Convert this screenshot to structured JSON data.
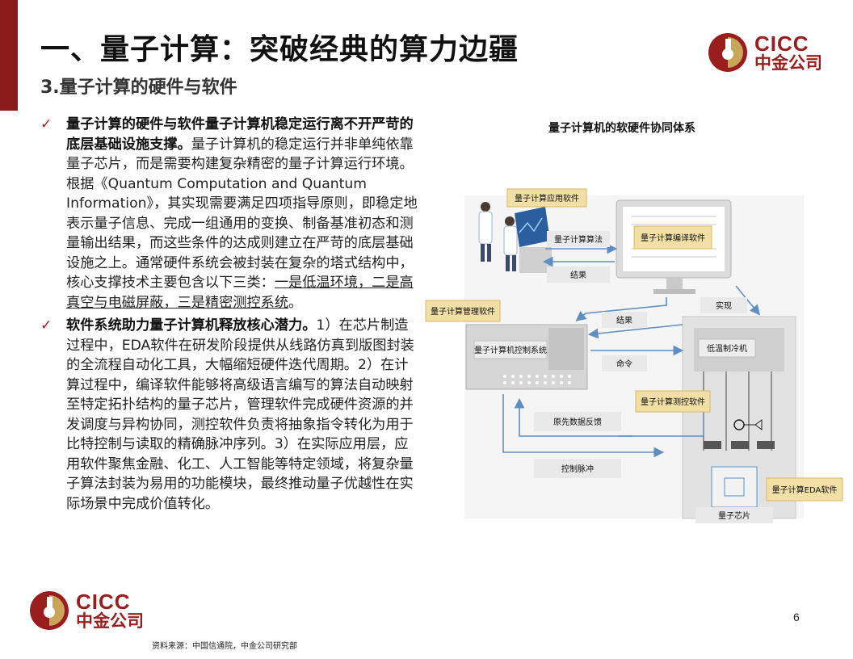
{
  "header": {
    "title": "一、量子计算：突破经典的算力边疆",
    "subtitle": "3.量子计算的硬件与软件"
  },
  "logo": {
    "en": "CICC",
    "cn": "中金公司"
  },
  "bullets": [
    {
      "bold": "量子计算的硬件与软件量子计算机稳定运行离不开严苛的底层基础设施支撑。",
      "text": "量子计算机的稳定运行并非单纯依靠量子芯片，而是需要构建复杂精密的量子计算运行环境。根据《Quantum Computation and Quantum Information》，其实现需要满足四项指导原则，即稳定地表示量子信息、完成一组通用的变换、制备基准初态和测量输出结果，而这些条件的达成则建立在严苛的底层基础设施之上。通常硬件系统会被封装在复杂的塔式结构中，核心支撑技术主要包含以下三类：",
      "underline": "一是低温环境，二是高真空与电磁屏蔽，三是精密测控系统",
      "tail": "。"
    },
    {
      "bold": "软件系统助力量子计算机释放核心潜力。",
      "text": "1）在芯片制造过程中，EDA软件在研发阶段提供从线路仿真到版图封装的全流程自动化工具，大幅缩短硬件迭代周期。2）在计算过程中，编译软件能够将高级语言编写的算法自动映射至特定拓扑结构的量子芯片，管理软件完成硬件资源的并发调度与异构协同，测控软件负责将抽象指令转化为用于比特控制与读取的精确脉冲序列。3）在实际应用层，应用软件聚焦金融、化工、人工智能等特定领域，将复杂量子算法封装为易用的功能模块，最终推动量子优越性在实际场景中完成价值转化。"
    }
  ],
  "diagram": {
    "title": "量子计算机的软硬件协同体系",
    "labels": {
      "app_software": "量子计算应用软件",
      "algorithm": "量子计算算法",
      "compiler": "量子计算编译软件",
      "result_top": "结果",
      "implement": "实现",
      "mgmt_software": "量子计算管理软件",
      "result_mid": "结果",
      "control_system": "量子计算机控制系统",
      "command": "命令",
      "cryo": "低温制冷机",
      "mc_software": "量子计算测控软件",
      "raw_feedback": "原先数据反馈",
      "control_pulse": "控制脉冲",
      "eda_software": "量子计算EDA软件",
      "chip": "量子芯片"
    },
    "colors": {
      "label_fill": "#f1dfa6",
      "label_border": "#d9b860",
      "box_fill": "#e9e9e9",
      "arrow": "#5f8fc2",
      "device": "#dcdcdc"
    }
  },
  "footer": {
    "page": "6",
    "source": "资料来源：中国信通院，中金公司研究部"
  }
}
